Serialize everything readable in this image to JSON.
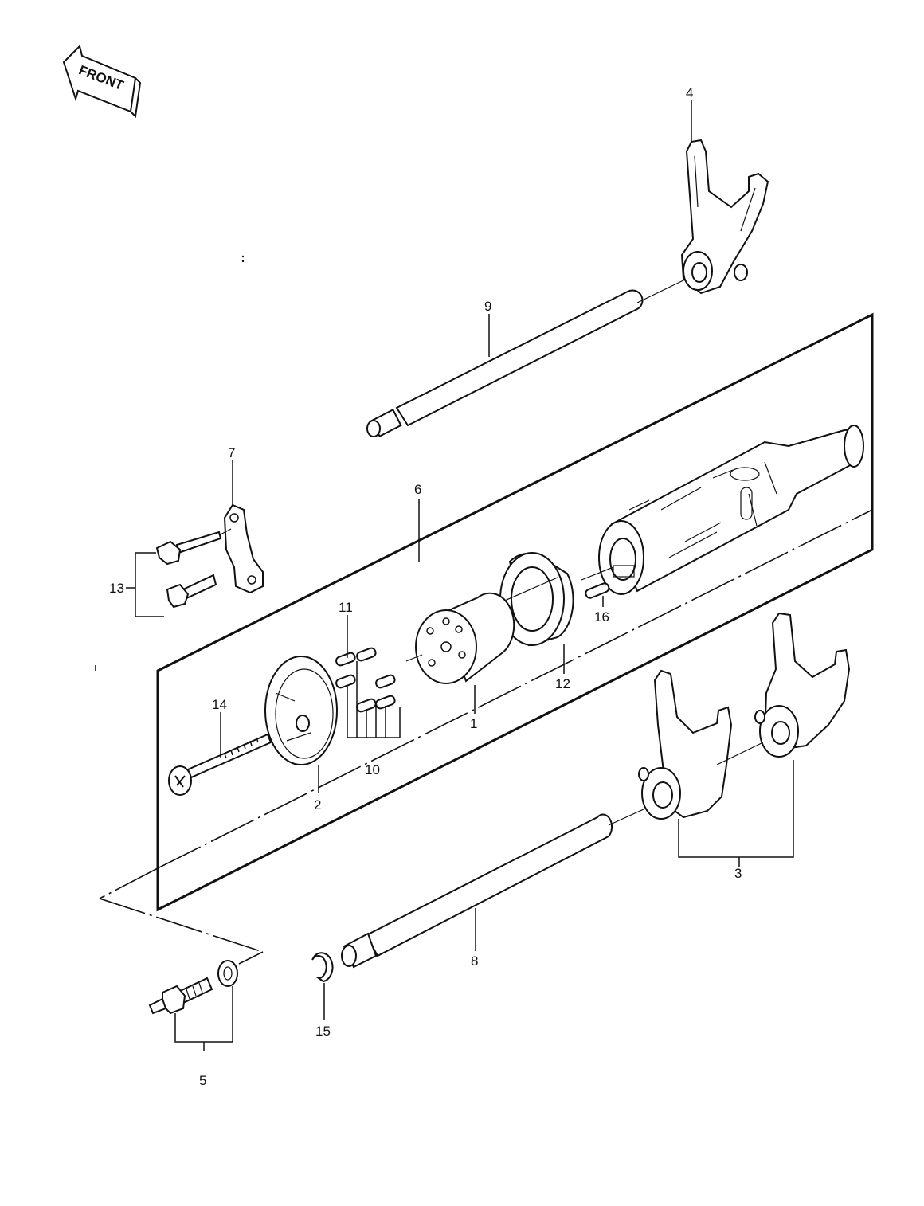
{
  "front_label": "FRONT",
  "callouts": {
    "c1": "1",
    "c2": "2",
    "c3": "3",
    "c4": "4",
    "c5": "5",
    "c6": "6",
    "c7": "7",
    "c8": "8",
    "c9": "9",
    "c10": "10",
    "c11": "11",
    "c12": "12",
    "c13": "13",
    "c14": "14",
    "c15": "15",
    "c16": "16"
  }
}
